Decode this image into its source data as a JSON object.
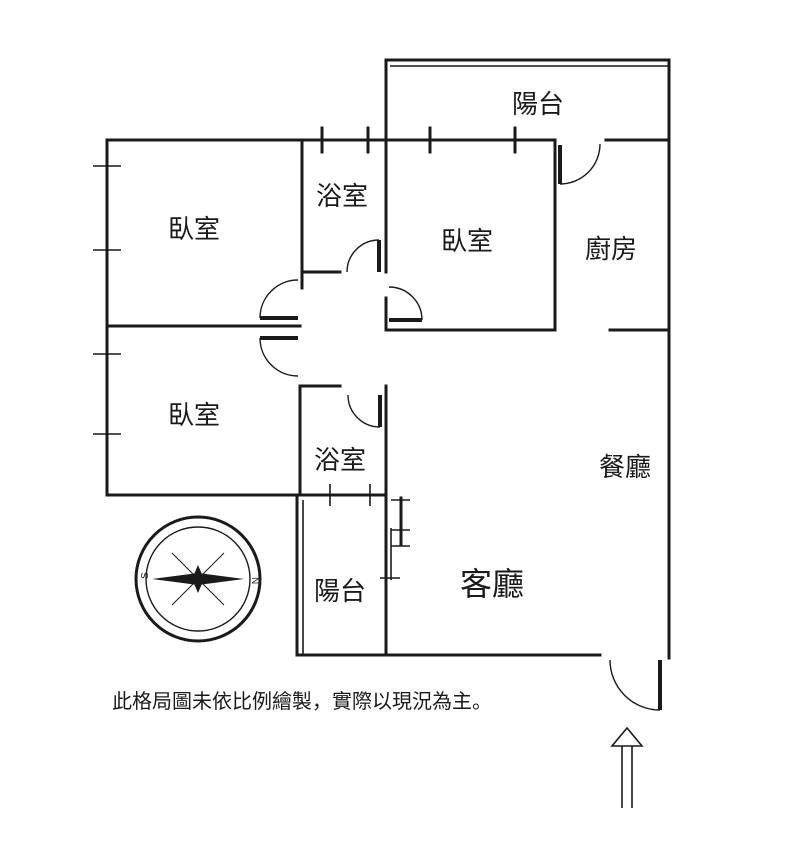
{
  "rooms": {
    "balcony_top": "陽台",
    "bathroom_top": "浴室",
    "bedroom_top_left": "臥室",
    "bedroom_top_center": "臥室",
    "kitchen": "廚房",
    "bedroom_bottom_left": "臥室",
    "bathroom_bottom": "浴室",
    "dining": "餐廳",
    "balcony_bottom": "陽台",
    "living": "客廳"
  },
  "note": "此格局圖未依比例繪製，實際以現況為主。",
  "compass": {
    "south_letter": "S",
    "north_letter": "N"
  },
  "icons": {
    "compass": "compass-rose-icon",
    "entrance": "entrance-arrow-icon"
  }
}
